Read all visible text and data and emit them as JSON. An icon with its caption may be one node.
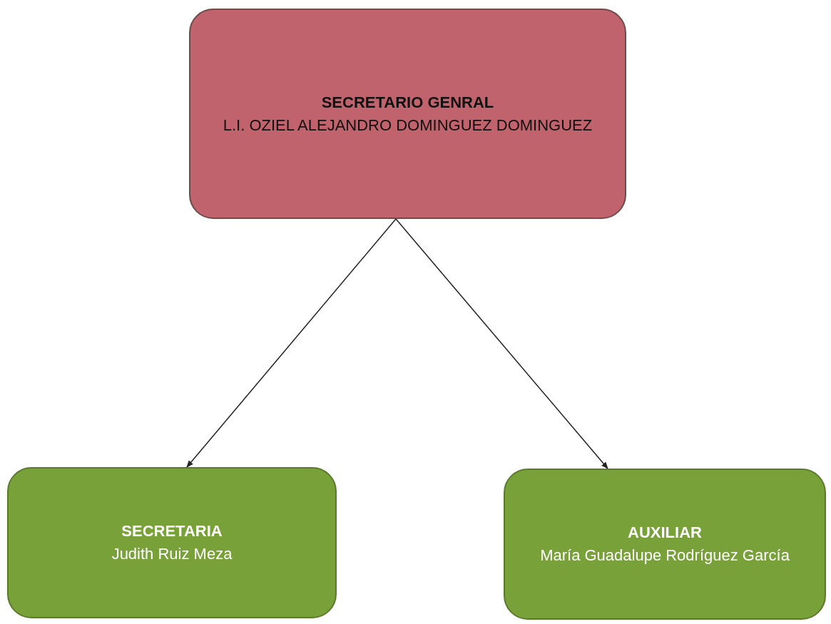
{
  "diagram": {
    "nodes": [
      {
        "text": [
          "SECRETARIO GENRAL",
          "L.I. OZIEL ALEJANDRO DOMINGUEZ DOMINGUEZ"
        ]
      },
      {
        "text": [
          "SECRETARIA",
          "Judith Ruiz Meza"
        ]
      },
      {
        "text": [
          "AUXILIAR",
          "María Guadalupe Rodríguez García"
        ]
      }
    ],
    "edges": [
      {
        "from": 0,
        "to": 1,
        "arrow": "to"
      },
      {
        "from": 0,
        "to": 2,
        "arrow": "to"
      }
    ]
  }
}
